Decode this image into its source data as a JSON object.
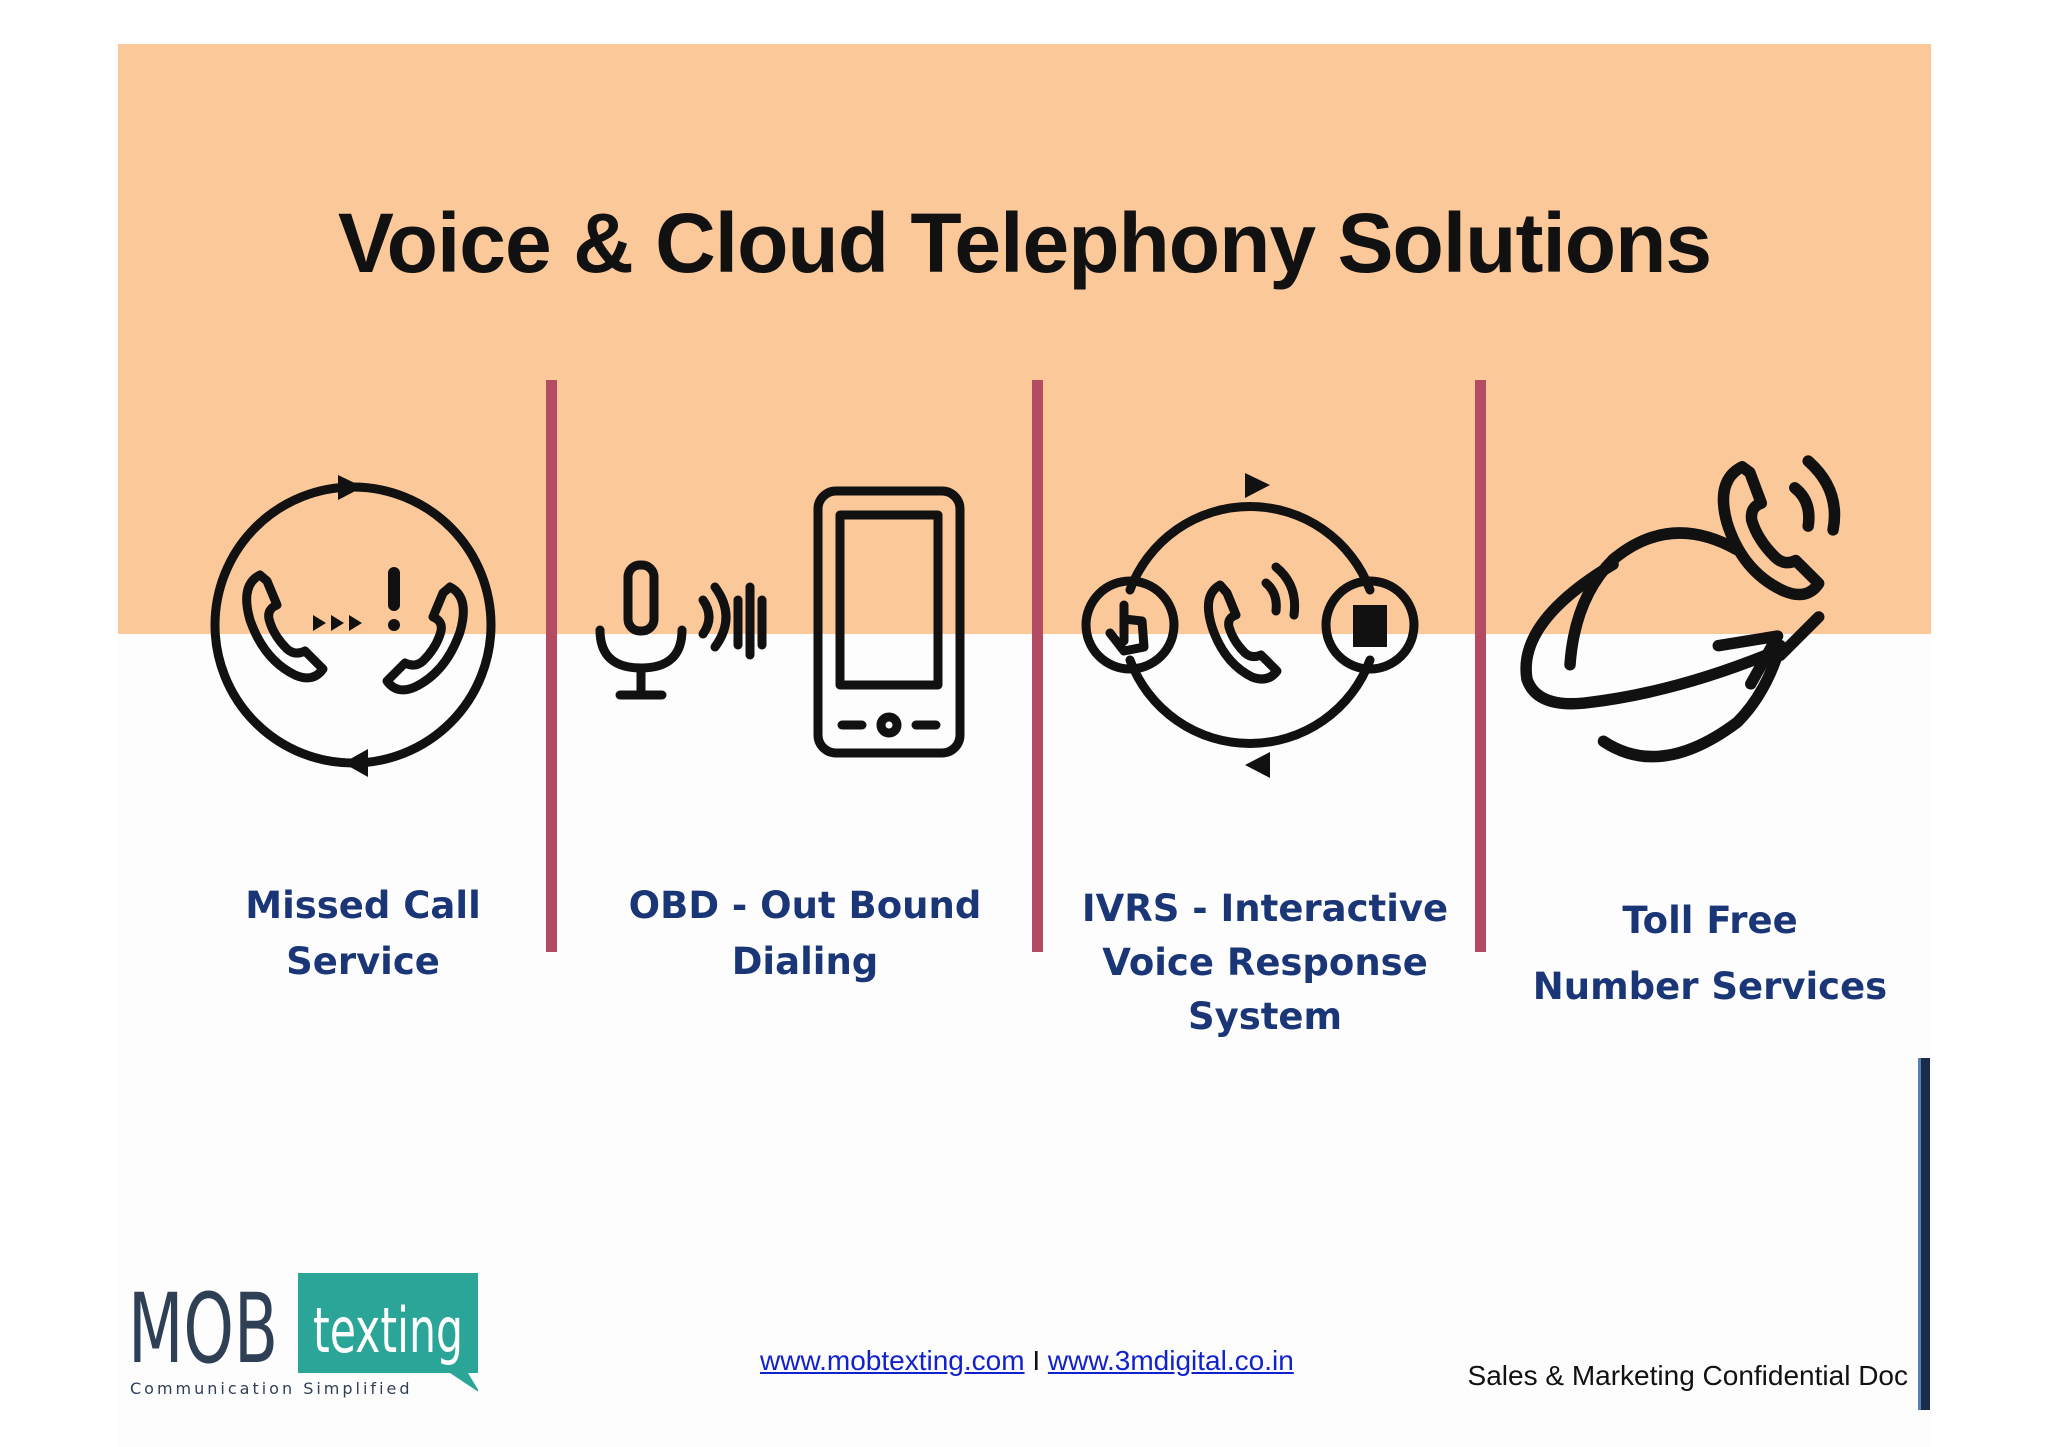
{
  "title": "Voice & Cloud Telephony Solutions",
  "colors": {
    "band": "#fbc89a",
    "divider": "#b34b63",
    "label": "#1a3677",
    "teal": "#2aa598",
    "logo_dark": "#2f3f55"
  },
  "services": [
    {
      "icon": "missed-call-icon",
      "lines": [
        "Missed Call",
        "Service"
      ]
    },
    {
      "icon": "outbound-dialing-icon",
      "lines": [
        "OBD - Out Bound",
        "Dialing"
      ]
    },
    {
      "icon": "ivrs-icon",
      "lines": [
        "IVRS - Interactive",
        "Voice Response",
        "System"
      ]
    },
    {
      "icon": "toll-free-icon",
      "lines": [
        "Toll Free",
        "Number Services"
      ]
    }
  ],
  "logo": {
    "letters": "MOB",
    "word": "texting",
    "tagline": "Communication Simplified"
  },
  "footer": {
    "link1": "www.mobtexting.com",
    "separator": " I ",
    "link2": "www.3mdigital.co.in",
    "confidential": "Sales & Marketing Confidential Doc"
  }
}
